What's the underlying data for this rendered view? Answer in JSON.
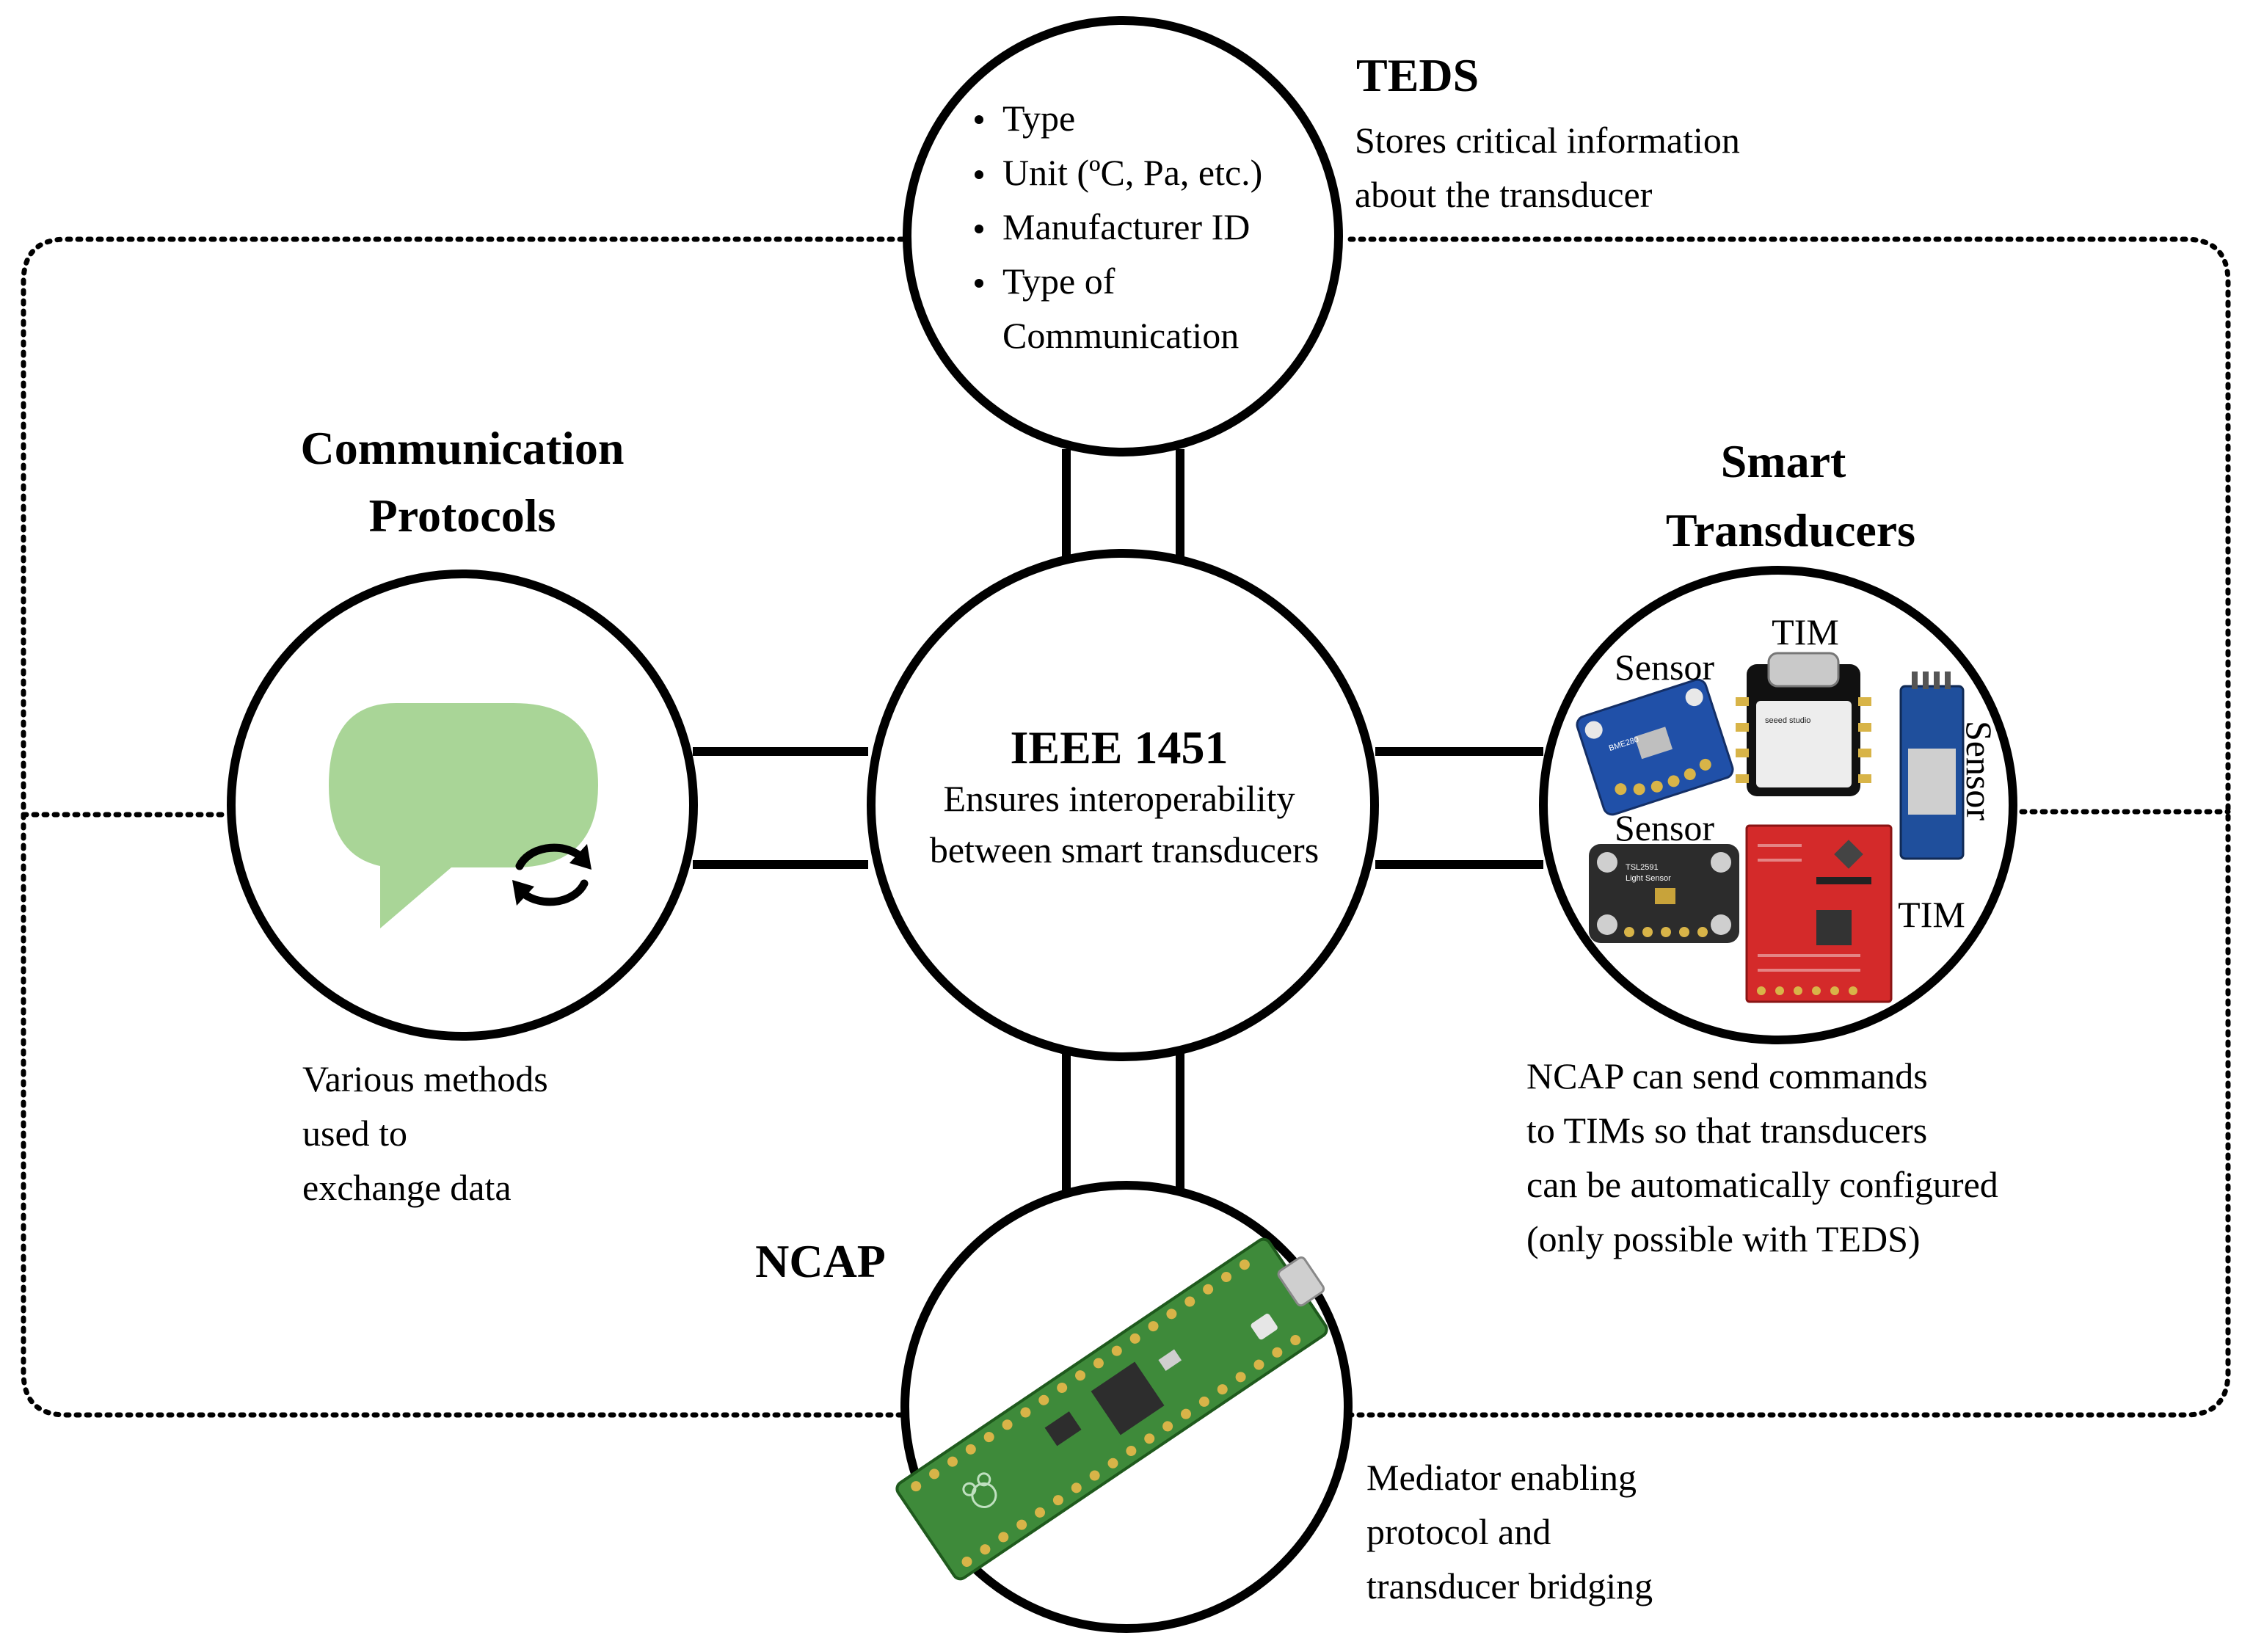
{
  "teds": {
    "heading": "TEDS",
    "desc_lines": [
      "Stores critical information",
      "about the transducer"
    ],
    "bullets": [
      "Type",
      "Unit (ºC, Pa, etc.)",
      "Manufacturer ID",
      "Type of"
    ],
    "bullet_continuation": "Communication"
  },
  "center": {
    "title": "IEEE 1451",
    "desc_lines": [
      "Ensures interoperability",
      "between smart transducers"
    ]
  },
  "communication": {
    "heading_lines": [
      "Communication",
      "Protocols"
    ],
    "desc_lines": [
      "Various methods",
      "used to",
      "exchange data"
    ],
    "bubble_color": "#a9d597",
    "icon": "chat-bubble-sync-icon"
  },
  "smart": {
    "heading_lines": [
      "Smart",
      "Transducers"
    ],
    "labels": {
      "tim_top": "TIM",
      "sensor_left_top": "Sensor",
      "sensor_right": "Sensor",
      "sensor_left_bottom": "Sensor",
      "tim_bottom": "TIM"
    },
    "board_labels": {
      "seeed": "seeed studio",
      "tsl": "TSL2591",
      "tsl_sub": "Light Sensor",
      "bme": "BME280"
    },
    "desc_lines": [
      "NCAP can send commands",
      "to TIMs so that transducers",
      "can be automatically configured",
      "(only possible with TEDS)"
    ],
    "colors": {
      "sensor_board": "#2050a8",
      "tim_board": "#d42a2a",
      "tsl_board": "#2c2c2c",
      "sensor_board_right": "#1f4f9c"
    }
  },
  "ncap": {
    "heading": "NCAP",
    "desc_lines": [
      "Mediator enabling",
      "protocol and",
      "transducer bridging"
    ],
    "board_color": "#3e8a3a",
    "icon": "raspberry-pi-pico-icon"
  }
}
